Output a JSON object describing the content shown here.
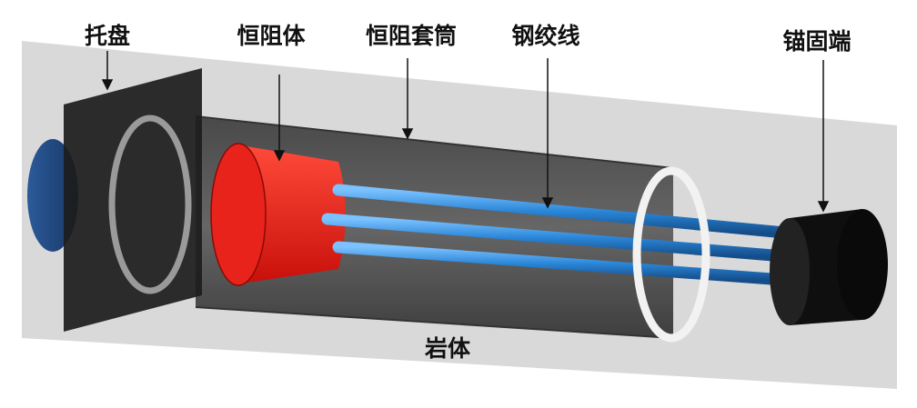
{
  "labels": {
    "tray": "托盘",
    "constant_resistance_body": "恒阻体",
    "constant_resistance_sleeve": "恒阻套筒",
    "steel_strand": "钢绞线",
    "anchorage_end": "锚固端",
    "rock_mass": "岩体"
  },
  "colors": {
    "rock": "#d8d8d8",
    "plate": "#1a1a1a",
    "body": "#e8231c",
    "strand": "#2a86d8",
    "anchor": "#0d0d0d"
  }
}
